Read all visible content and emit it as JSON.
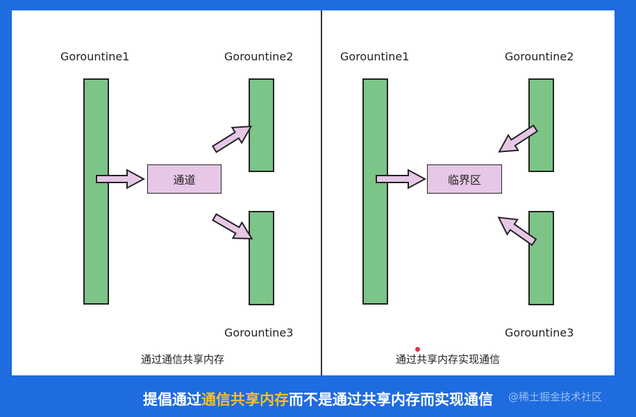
{
  "left_panel": {
    "goroutine1": "Gorountine1",
    "goroutine2": "Gorountine2",
    "goroutine3": "Gorountine3",
    "box": "通道",
    "caption": "通过通信共享内存"
  },
  "right_panel": {
    "goroutine1": "Gorountine1",
    "goroutine2": "Gorountine2",
    "goroutine3": "Gorountine3",
    "box": "临界区",
    "caption": "通过共享内存实现通信"
  },
  "subtitle": {
    "prefix": "提倡通过",
    "highlight": "通信共享内存",
    "suffix": "而不是通过共享内存而实现通信"
  },
  "watermark": "@稀土掘金技术社区",
  "colors": {
    "background": "#1e6ce0",
    "bar": "#7cc487",
    "box": "#e6c7e6",
    "highlight": "#f5c02c"
  }
}
